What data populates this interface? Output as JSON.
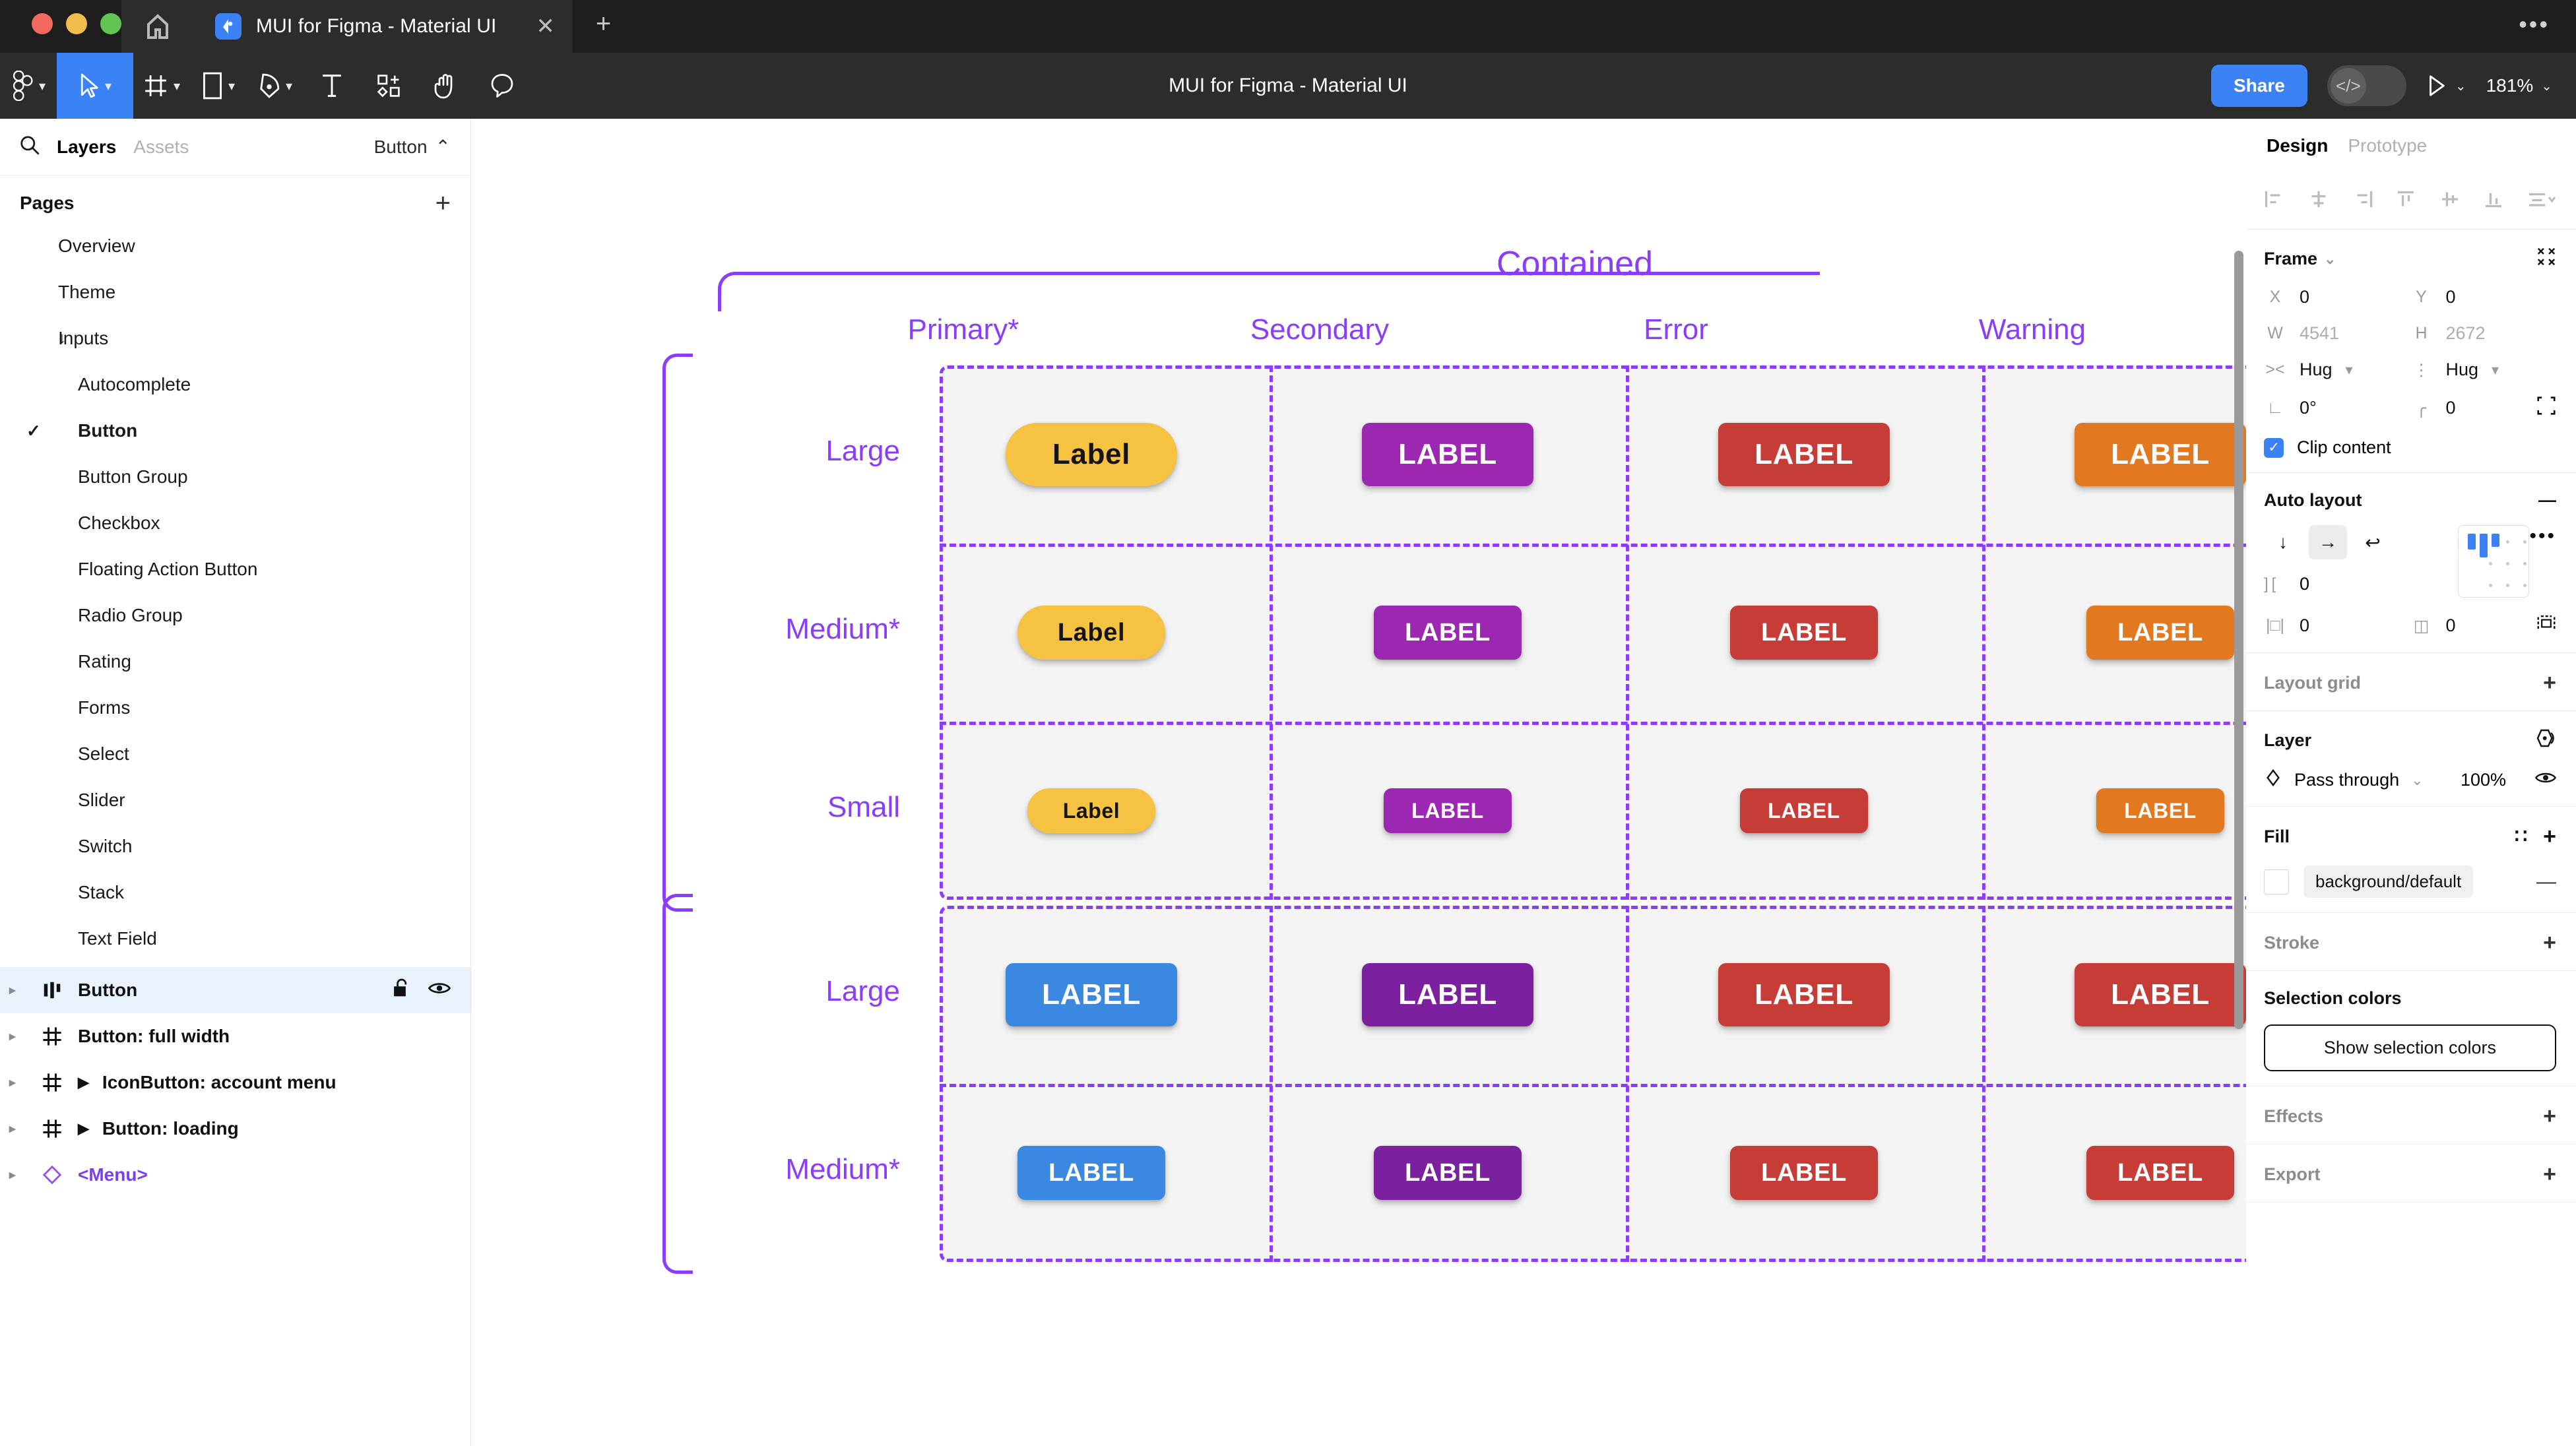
{
  "window": {
    "tab_title": "MUI for Figma - Material UI",
    "tab_close": "✕",
    "new_tab": "+",
    "win_menu": "•••",
    "traffic_lights": [
      "close",
      "minimize",
      "zoom"
    ]
  },
  "toolbar": {
    "center_title": "MUI for Figma - Material UI",
    "tools": [
      {
        "name": "figma-menu-icon",
        "caret": "⌄"
      },
      {
        "name": "move-tool-icon",
        "caret": "⌄",
        "active": true
      },
      {
        "name": "frame-tool-icon",
        "caret": "⌄"
      },
      {
        "name": "shape-tool-icon",
        "caret": "⌄"
      },
      {
        "name": "pen-tool-icon",
        "caret": "⌄"
      },
      {
        "name": "text-tool-icon",
        "caret": ""
      },
      {
        "name": "resources-icon",
        "caret": ""
      },
      {
        "name": "hand-tool-icon",
        "caret": ""
      },
      {
        "name": "comment-tool-icon",
        "caret": ""
      }
    ],
    "share_label": "Share",
    "devmode_glyph": "</>",
    "present_caret": "⌄",
    "zoom_level": "181%",
    "zoom_caret": "⌄"
  },
  "left_panel": {
    "search_icon": "search-icon",
    "tabs": [
      {
        "label": "Layers",
        "active": true
      },
      {
        "label": "Assets",
        "active": false
      }
    ],
    "current_page_chip": {
      "label": "Button",
      "caret": "⌃"
    },
    "pages_title": "Pages",
    "pages_add": "+",
    "pages": [
      {
        "label": "Overview",
        "indent": 1,
        "selected": false,
        "arrow": "",
        "bold": false
      },
      {
        "label": "Theme",
        "indent": 1,
        "selected": false,
        "arrow": "",
        "bold": false
      },
      {
        "label": "Inputs",
        "indent": 1,
        "selected": false,
        "arrow": "↓",
        "bold": false
      },
      {
        "label": "Autocomplete",
        "indent": 2,
        "selected": false,
        "arrow": "",
        "bold": false
      },
      {
        "label": "Button",
        "indent": 2,
        "selected": true,
        "arrow": "",
        "bold": true
      },
      {
        "label": "Button Group",
        "indent": 2,
        "selected": false,
        "arrow": "",
        "bold": false
      },
      {
        "label": "Checkbox",
        "indent": 2,
        "selected": false,
        "arrow": "",
        "bold": false
      },
      {
        "label": "Floating Action Button",
        "indent": 2,
        "selected": false,
        "arrow": "",
        "bold": false
      },
      {
        "label": "Radio Group",
        "indent": 2,
        "selected": false,
        "arrow": "",
        "bold": false
      },
      {
        "label": "Rating",
        "indent": 2,
        "selected": false,
        "arrow": "",
        "bold": false
      },
      {
        "label": "Forms",
        "indent": 2,
        "selected": false,
        "arrow": "",
        "bold": false
      },
      {
        "label": "Select",
        "indent": 2,
        "selected": false,
        "arrow": "",
        "bold": false
      },
      {
        "label": "Slider",
        "indent": 2,
        "selected": false,
        "arrow": "",
        "bold": false
      },
      {
        "label": "Switch",
        "indent": 2,
        "selected": false,
        "arrow": "",
        "bold": false
      },
      {
        "label": "Stack",
        "indent": 2,
        "selected": false,
        "arrow": "",
        "bold": false
      },
      {
        "label": "Text Field",
        "indent": 2,
        "selected": false,
        "arrow": "",
        "bold": false
      }
    ],
    "layers": [
      {
        "label": "Button",
        "icon": "component-set-icon",
        "selected": true,
        "expand_glyph": "",
        "lock": true,
        "eye": true,
        "menu": false
      },
      {
        "label": "Button: full width",
        "icon": "frame-icon",
        "selected": false,
        "expand_glyph": "",
        "lock": false,
        "eye": false,
        "menu": false
      },
      {
        "label": "IconButton: account menu",
        "icon": "frame-icon",
        "selected": false,
        "expand_glyph": "▶",
        "lock": false,
        "eye": false,
        "menu": false
      },
      {
        "label": "Button: loading",
        "icon": "frame-icon",
        "selected": false,
        "expand_glyph": "▶",
        "lock": false,
        "eye": false,
        "menu": false
      },
      {
        "label": "<Menu>",
        "icon": "component-instance-icon",
        "selected": false,
        "expand_glyph": "",
        "lock": false,
        "eye": false,
        "menu": true
      }
    ]
  },
  "right_panel": {
    "tabs": [
      {
        "label": "Design",
        "active": true
      },
      {
        "label": "Prototype",
        "active": false
      }
    ],
    "align_icons": [
      "align-left-icon",
      "align-horizontal-center-icon",
      "align-right-icon",
      "align-top-icon",
      "align-vertical-center-icon",
      "align-bottom-icon",
      "distribute-icon"
    ],
    "frame": {
      "title": "Frame",
      "title_caret": "⌄",
      "expand_icon": "collapse-icon",
      "x_label": "X",
      "x_value": "0",
      "y_label": "Y",
      "y_value": "0",
      "w_label": "W",
      "w_value": "4541",
      "h_label": "H",
      "h_value": "2672",
      "resize_w": "Hug",
      "resize_h": "Hug",
      "rotation": "0°",
      "corner_radius": "0",
      "clip_content_label": "Clip content",
      "clip_content_checked": true
    },
    "auto_layout": {
      "title": "Auto layout",
      "remove_glyph": "—",
      "directions": [
        {
          "name": "vertical-direction-icon",
          "glyph": "↓",
          "active": false
        },
        {
          "name": "horizontal-direction-icon",
          "glyph": "→",
          "active": true
        },
        {
          "name": "wrap-direction-icon",
          "glyph": "↩",
          "active": false
        }
      ],
      "gap_value": "0",
      "padding_h_value": "0",
      "padding_v_value": "0",
      "more_glyph": "•••"
    },
    "layout_grid": {
      "title": "Layout grid",
      "add": "+"
    },
    "layer": {
      "title": "Layer",
      "blend_mode": "Pass through",
      "blend_caret": "⌄",
      "opacity": "100%",
      "visible_icon": "eye-icon",
      "style_icon": "layer-style-icon"
    },
    "fill": {
      "title": "Fill",
      "style_glyph": "∷",
      "add": "+",
      "swatch_color": "#ffffff",
      "token_name": "background/default",
      "remove": "—"
    },
    "stroke": {
      "title": "Stroke",
      "add": "+"
    },
    "selection_colors": {
      "title": "Selection colors",
      "button_label": "Show selection colors"
    },
    "effects": {
      "title": "Effects",
      "add": "+"
    },
    "export": {
      "title": "Export",
      "add": "+"
    }
  },
  "canvas": {
    "container_label": "Contained",
    "columns": [
      "Primary*",
      "Secondary",
      "Error",
      "Warning"
    ],
    "groups": [
      {
        "rows": [
          "Large",
          "Medium*",
          "Small"
        ],
        "button_text_by_column": [
          "Label",
          "LABEL",
          "LABEL",
          "LABEL"
        ],
        "colors": [
          "#f5c242",
          "#9c27b0",
          "#c63c36",
          "#e2781f"
        ],
        "text_colors": [
          "#141414",
          "#ffffff",
          "#ffffff",
          "#ffffff"
        ],
        "pill_first_column": true
      },
      {
        "rows": [
          "Large",
          "Medium*"
        ],
        "button_text_by_column": [
          "LABEL",
          "LABEL",
          "LABEL",
          "LABEL"
        ],
        "colors": [
          "#3b88e0",
          "#7b209e",
          "#c63c36",
          "#c63c36"
        ],
        "text_colors": [
          "#ffffff",
          "#ffffff",
          "#ffffff",
          "#ffffff"
        ],
        "pill_first_column": false
      }
    ],
    "guide_color": "#8b3dfa",
    "cell_bg": "#f4f4f4"
  }
}
